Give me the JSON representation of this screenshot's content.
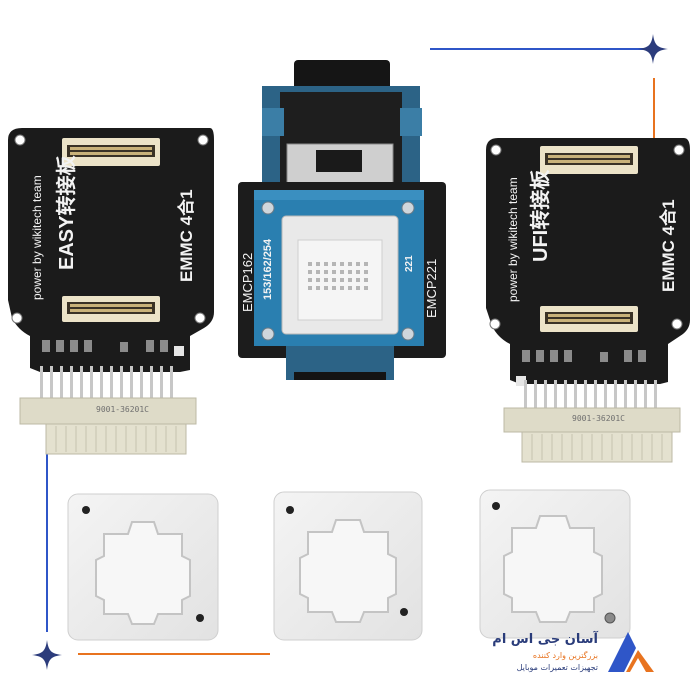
{
  "scene": {
    "description_free": true
  },
  "boards": {
    "left": {
      "brand": "power by wikitech team",
      "title": "EASY转接板",
      "mode": "EMMC 4合1",
      "connector_code": "9001-36201C"
    },
    "middle": {
      "codes_left": "153/162/254",
      "chip_label": "EMCP162",
      "chip_right": "EMCP221",
      "num_221": "221"
    },
    "right": {
      "brand": "power by wikitech team",
      "title": "UFI转接板",
      "mode": "EMMC 4合1",
      "connector_code": "9001-36201C"
    }
  },
  "logo": {
    "name": "آسان جی اس ام",
    "tagline1": "بزرگترین وارد کننده",
    "tagline2": "تجهیزات تعمیرات موبایل"
  },
  "colors": {
    "blue_line": "#2f56c8",
    "orange_line": "#e8731f",
    "star": "#2c3c7c",
    "pcb_black": "#1b1b1b",
    "socket_blue": "#2a7fb0"
  }
}
